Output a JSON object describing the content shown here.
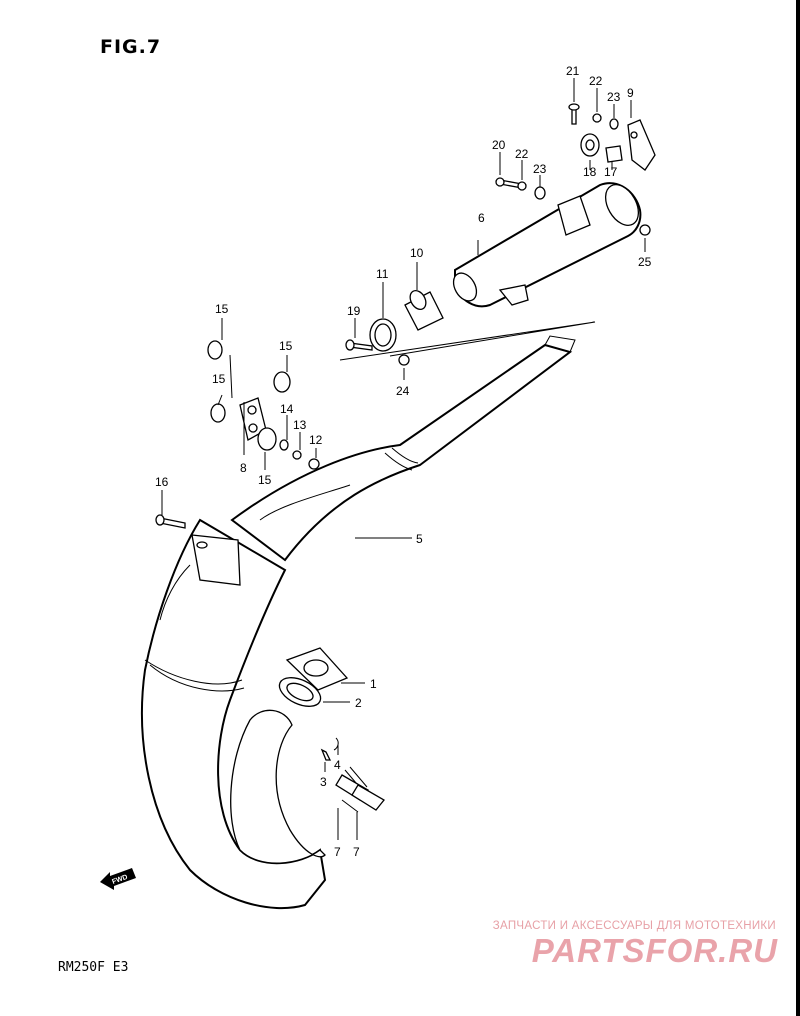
{
  "title": "FIG.7",
  "model": "RM250F  E3",
  "watermark": {
    "tagline": "ЗАПЧАСТИ И АКСЕССУАРЫ ДЛЯ МОТОТЕХНИКИ",
    "brand": "PARTSFOR.RU",
    "color": "#e9a3aa"
  },
  "fwd_label": "FWD",
  "callouts": [
    "1",
    "2",
    "3",
    "4",
    "5",
    "6",
    "7",
    "7",
    "8",
    "9",
    "10",
    "11",
    "12",
    "13",
    "14",
    "15",
    "15",
    "15",
    "15",
    "16",
    "17",
    "18",
    "19",
    "20",
    "21",
    "22",
    "22",
    "23",
    "23",
    "24",
    "25"
  ]
}
